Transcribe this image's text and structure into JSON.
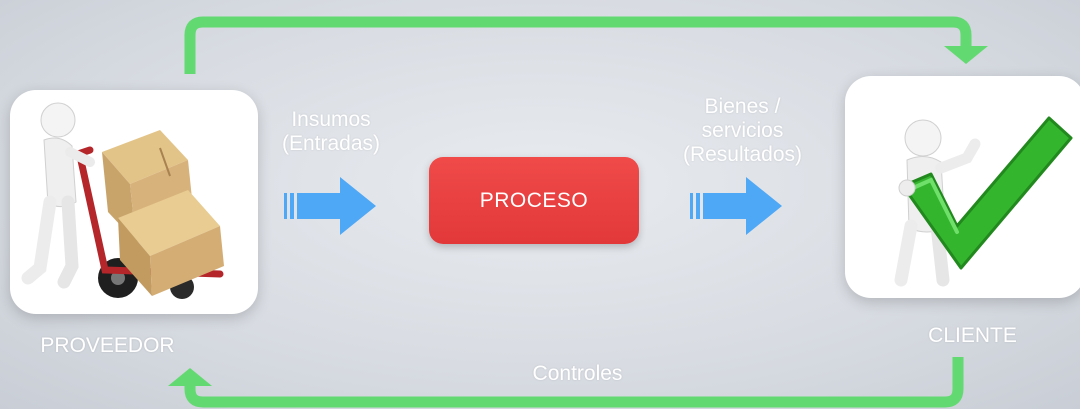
{
  "nodes": {
    "supplier_label": "PROVEEDOR",
    "process_label": "PROCESO",
    "client_label": "CLIENTE"
  },
  "flows": {
    "inputs_line1": "Insumos",
    "inputs_line2": "(Entradas)",
    "outputs_line1": "Bienes /",
    "outputs_line2": "servicios",
    "outputs_line3": "(Resultados)",
    "feedback_label": "Controles"
  },
  "colors": {
    "feedback_arrow": "#63d971",
    "flow_arrow": "#4fa8f5",
    "process_box": "#e83d3e",
    "label_text": "#ffffff"
  },
  "icons": {
    "supplier": "person-with-hand-truck-boxes-icon",
    "client": "person-with-green-checkmark-icon"
  }
}
